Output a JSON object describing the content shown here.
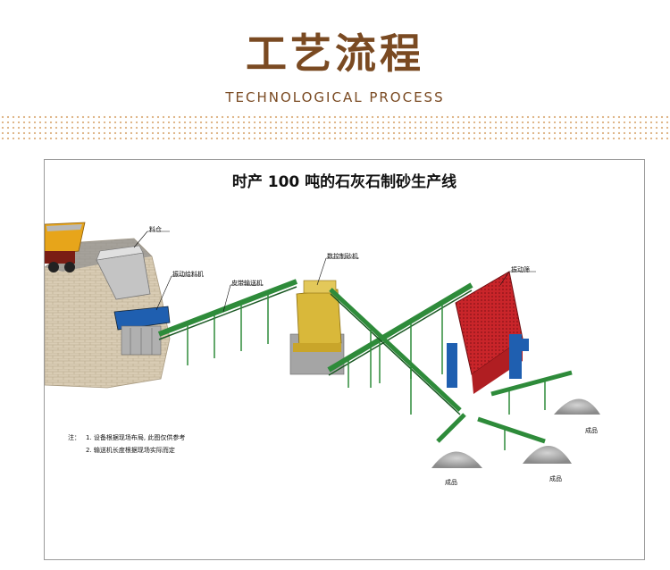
{
  "header": {
    "title": "工艺流程",
    "subtitle": "TECHNOLOGICAL PROCESS"
  },
  "diagram": {
    "title": "时产 100 吨的石灰石制砂生产线",
    "labels": {
      "hopper": "料仓",
      "vibrating_feeder": "振动给料机",
      "belt_conveyor": "皮带输送机",
      "sand_maker": "数控制砂机",
      "vibrating_screen": "振动筛",
      "product_1": "成品",
      "product_2": "成品",
      "product_3": "成品"
    },
    "notes": {
      "prefix": "注：",
      "line1": "1. 设备根据现场布局,   此图仅供参考",
      "line2": "2. 输送机长度根据现场实际而定"
    }
  },
  "colors": {
    "brown": "#7a4a22",
    "conveyor_green": "#2e8b3a",
    "screen_red": "#c9252a",
    "crusher_yellow": "#d9b83a",
    "stone_grey": "#9a9a9a"
  }
}
